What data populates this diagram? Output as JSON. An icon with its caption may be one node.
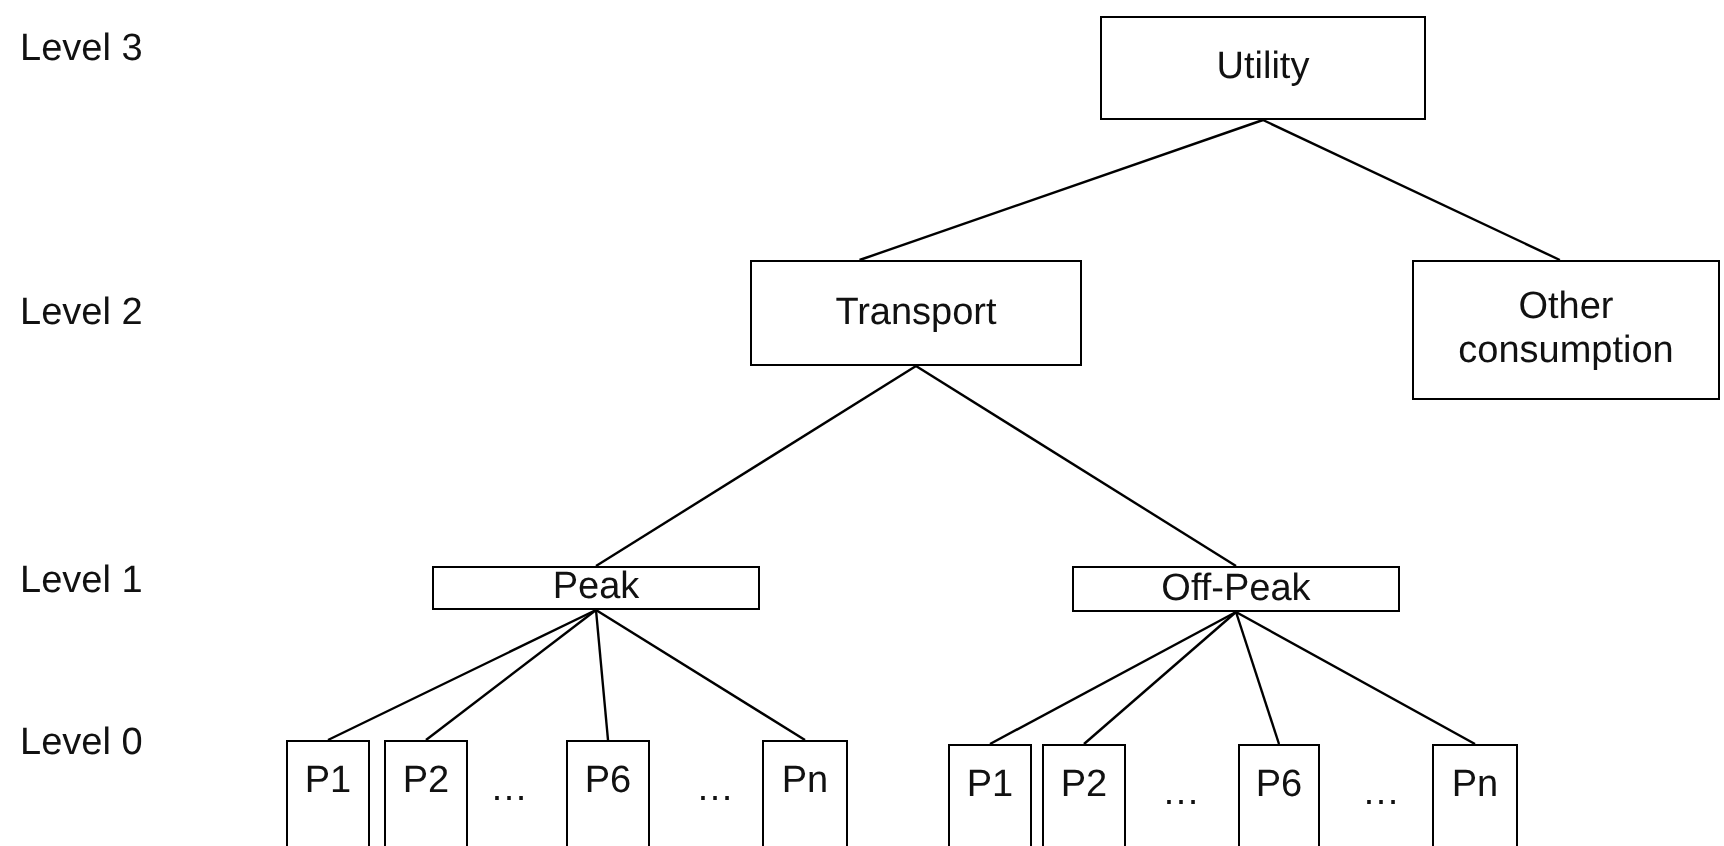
{
  "diagram": {
    "nodes": [
      {
        "text": [
          "Utility"
        ]
      },
      {
        "text": [
          "Transport"
        ]
      },
      {
        "text": [
          "Other consumption"
        ]
      },
      {
        "text": [
          "Peak"
        ]
      },
      {
        "text": [
          "Off-Peak"
        ]
      },
      {
        "text": [
          "P1"
        ]
      },
      {
        "text": [
          "P2"
        ]
      },
      {
        "text": [
          "P6"
        ]
      },
      {
        "text": [
          "Pn"
        ]
      },
      {
        "text": [
          "P1"
        ]
      },
      {
        "text": [
          "P2"
        ]
      },
      {
        "text": [
          "P6"
        ]
      },
      {
        "text": [
          "Pn"
        ]
      }
    ],
    "edges": [
      {
        "from": 0,
        "to": 1,
        "arrow": "none"
      },
      {
        "from": 0,
        "to": 2,
        "arrow": "none"
      },
      {
        "from": 1,
        "to": 3,
        "arrow": "none"
      },
      {
        "from": 1,
        "to": 4,
        "arrow": "none"
      },
      {
        "from": 3,
        "to": 5,
        "arrow": "none"
      },
      {
        "from": 3,
        "to": 6,
        "arrow": "none"
      },
      {
        "from": 3,
        "to": 7,
        "arrow": "none"
      },
      {
        "from": 3,
        "to": 8,
        "arrow": "none"
      },
      {
        "from": 4,
        "to": 9,
        "arrow": "none"
      },
      {
        "from": 4,
        "to": 10,
        "arrow": "none"
      },
      {
        "from": 4,
        "to": 11,
        "arrow": "none"
      },
      {
        "from": 4,
        "to": 12,
        "arrow": "none"
      }
    ],
    "labels": [
      "Level 3",
      "Level 2",
      "Level 1",
      "Level 0",
      "…",
      "…",
      "…",
      "…"
    ]
  }
}
